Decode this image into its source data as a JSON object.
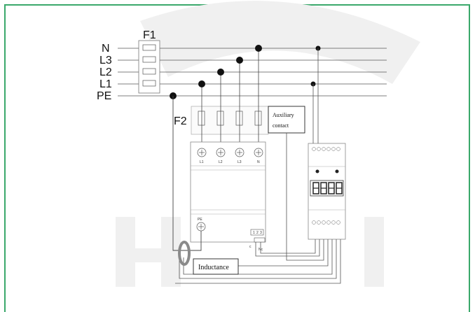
{
  "labels": {
    "F1": "F1",
    "F2": "F2",
    "N": "N",
    "L3": "L3",
    "L2": "L2",
    "L1": "L1",
    "PE": "PE"
  },
  "spd": {
    "terminals": [
      "L1",
      "L2",
      "L3",
      "N"
    ],
    "pe": "PE",
    "contact": [
      "1",
      "2",
      "3"
    ],
    "contact_letter": "c",
    "contact_nc": "Nc"
  },
  "boxes": {
    "auxiliary_line1": "Auxiliary",
    "auxiliary_line2": "contact",
    "inductance": "Inductance"
  },
  "colors": {
    "frame": "#3aa86b",
    "wire": "#444444",
    "ct_ring": "#8a8a8a"
  }
}
